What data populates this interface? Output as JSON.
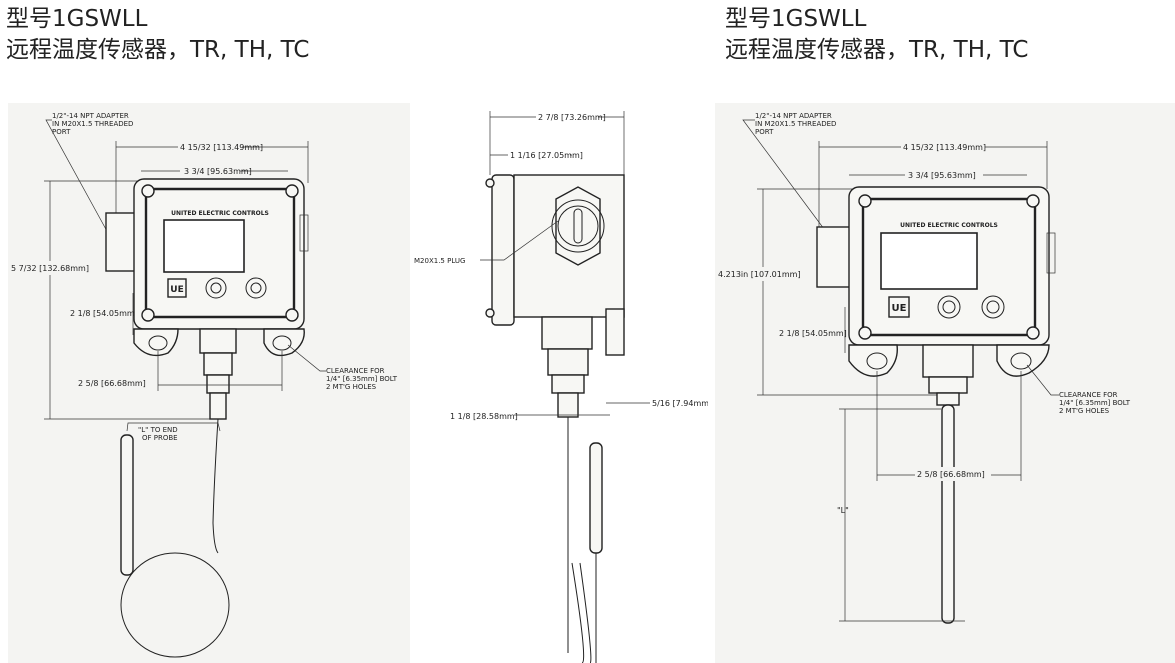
{
  "header_left": {
    "model": "型号1GSWLL",
    "subtitle": "远程温度传感器，TR, TH, TC"
  },
  "header_right": {
    "model": "型号1GSWLL",
    "subtitle": "远程温度传感器，TR, TH, TC"
  },
  "brand_label": "UNITED ELECTRIC CONTROLS",
  "logo_text": "UE",
  "left_view": {
    "adapter_note": [
      "1/2\"-14 NPT ADAPTER",
      "IN M20X1.5 THREADED",
      "PORT"
    ],
    "width_overall": "4 15/32 [113.49mm]",
    "width_inner": "3 3/4 [95.63mm]",
    "height_overall": "5 7/32 [132.68mm]",
    "height_lower": "2 1/8 [54.05mm]",
    "hole_spacing": "2 5/8 [66.68mm]",
    "clearance_note": [
      "CLEARANCE FOR",
      "1/4\" [6.35mm] BOLT",
      "2 MT'G HOLES"
    ],
    "probe_note": [
      "\"L\" TO END",
      "OF PROBE"
    ]
  },
  "mid_view": {
    "depth_overall": "2 7/8 [73.26mm]",
    "depth_front": "1 1/16 [27.05mm]",
    "plug_label": "M20X1.5 PLUG",
    "fitting_width": "1 1/8 [28.58mm]",
    "side_offset": "5/16 [7.94mm]"
  },
  "right_view": {
    "adapter_note": [
      "1/2\"-14 NPT ADAPTER",
      "IN M20X1.5 THREADED",
      "PORT"
    ],
    "width_overall": "4 15/32 [113.49mm]",
    "width_inner": "3 3/4 [95.63mm]",
    "height_overall": "4.213in [107.01mm]",
    "height_lower": "2 1/8 [54.05mm]",
    "hole_spacing": "2 5/8 [66.68mm]",
    "clearance_note": [
      "CLEARANCE FOR",
      "1/4\" [6.35mm] BOLT",
      "2 MT'G HOLES"
    ],
    "length_label": "\"L\""
  }
}
